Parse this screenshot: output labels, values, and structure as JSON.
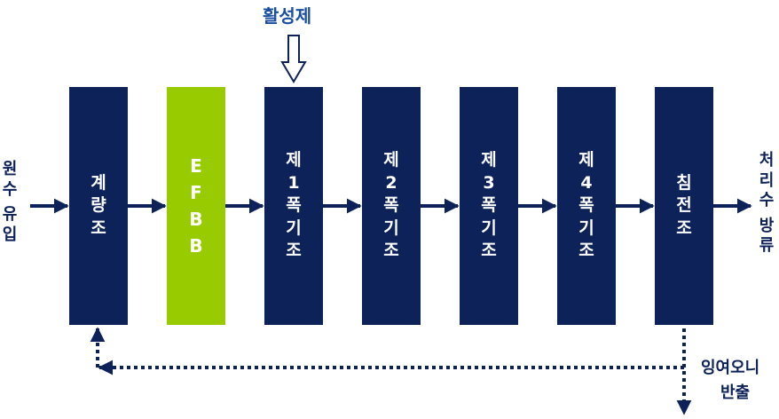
{
  "inputs": {
    "inflow_line1": "원수",
    "inflow_line2": "유입",
    "activator": "활성제"
  },
  "stages": [
    {
      "id": "metering-tank",
      "lines": [
        "계",
        "량",
        "조"
      ],
      "highlight": false
    },
    {
      "id": "efbb",
      "lines": [
        "E",
        "F",
        "B",
        "B"
      ],
      "highlight": true
    },
    {
      "id": "aeration-1",
      "lines": [
        "제",
        "1",
        "폭",
        "기",
        "조"
      ],
      "highlight": false
    },
    {
      "id": "aeration-2",
      "lines": [
        "제",
        "2",
        "폭",
        "기",
        "조"
      ],
      "highlight": false
    },
    {
      "id": "aeration-3",
      "lines": [
        "제",
        "3",
        "폭",
        "기",
        "조"
      ],
      "highlight": false
    },
    {
      "id": "aeration-4",
      "lines": [
        "제",
        "4",
        "폭",
        "기",
        "조"
      ],
      "highlight": false
    },
    {
      "id": "settling-tank",
      "lines": [
        "침",
        "전",
        "조"
      ],
      "highlight": false
    }
  ],
  "outputs": {
    "effluent_line1": "처리수",
    "effluent_line2": "방류",
    "sludge_line1": "잉여오니",
    "sludge_line2": "반출"
  },
  "colors": {
    "navy": "#0d2259",
    "accent_green": "#99cc00",
    "activator_text": "#1a4fa0"
  }
}
